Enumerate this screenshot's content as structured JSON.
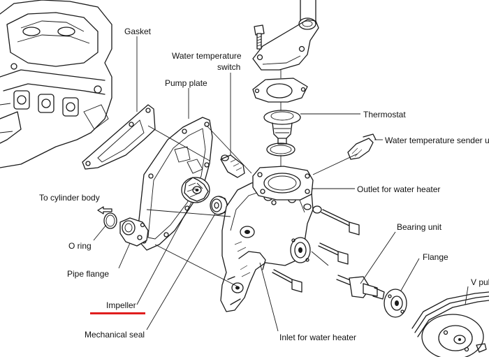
{
  "labels": {
    "gasket": "Gasket",
    "water_temp_switch_line1": "Water temperature",
    "water_temp_switch_line2": "switch",
    "pump_plate": "Pump plate",
    "thermostat": "Thermostat",
    "water_temp_sender": "Water temperature sender u",
    "outlet_water_heater": "Outlet for water heater",
    "to_cylinder_body": "To cylinder body",
    "o_ring": "O ring",
    "bearing_unit": "Bearing unit",
    "flange": "Flange",
    "pipe_flange": "Pipe flange",
    "v_pulley": "V pul",
    "impeller": "Impeller",
    "mechanical_seal": "Mechanical seal",
    "inlet_water_heater": "Inlet for water heater"
  },
  "colors": {
    "highlight_underline": "#e01e1e",
    "ink": "#1a1a1a"
  },
  "highlighted_label": "impeller"
}
